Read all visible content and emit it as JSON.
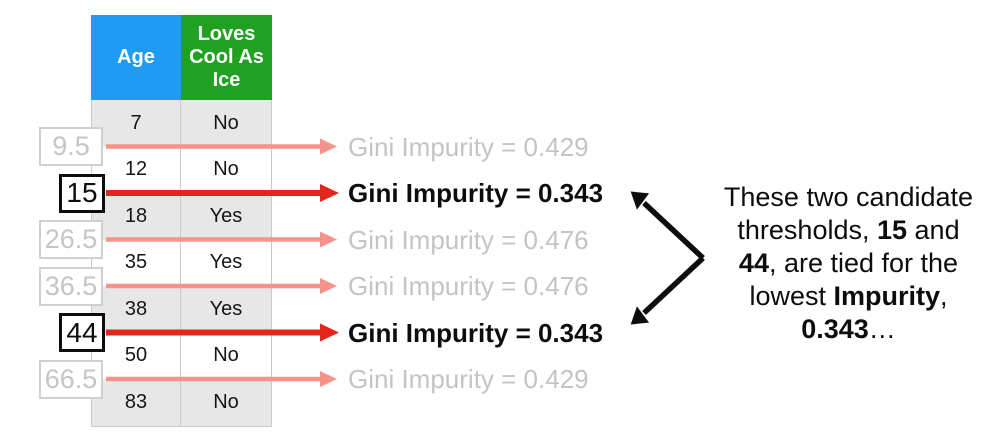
{
  "colors": {
    "header_blue": "#1E9CF4",
    "header_green": "#21A121",
    "row_shade": "#E7E7E7",
    "arrow_active": "#E3251C",
    "arrow_inactive": "#F5928C",
    "inactive_gray": "#C5C5C5",
    "text_black": "#0D0D0D"
  },
  "table": {
    "headers": [
      {
        "label": "Age",
        "bg": "#1E9CF4"
      },
      {
        "label": "Loves Cool As Ice",
        "bg": "#21A121"
      }
    ],
    "rows": [
      {
        "age": "7",
        "loves": "No"
      },
      {
        "age": "12",
        "loves": "No"
      },
      {
        "age": "18",
        "loves": "Yes"
      },
      {
        "age": "35",
        "loves": "Yes"
      },
      {
        "age": "38",
        "loves": "Yes"
      },
      {
        "age": "50",
        "loves": "No"
      },
      {
        "age": "83",
        "loves": "No"
      }
    ]
  },
  "candidates": [
    {
      "threshold": "9.5",
      "gini_text": "Gini Impurity = 0.429",
      "gini_value": 0.429,
      "active": false
    },
    {
      "threshold": "15",
      "gini_text": "Gini Impurity = 0.343",
      "gini_value": 0.343,
      "active": true
    },
    {
      "threshold": "26.5",
      "gini_text": "Gini Impurity = 0.476",
      "gini_value": 0.476,
      "active": false
    },
    {
      "threshold": "36.5",
      "gini_text": "Gini Impurity = 0.476",
      "gini_value": 0.476,
      "active": false
    },
    {
      "threshold": "44",
      "gini_text": "Gini Impurity = 0.343",
      "gini_value": 0.343,
      "active": true
    },
    {
      "threshold": "66.5",
      "gini_text": "Gini Impurity = 0.429",
      "gini_value": 0.429,
      "active": false
    }
  ],
  "annotation": {
    "lines": [
      [
        {
          "t": "These two candidate"
        }
      ],
      [
        {
          "t": "thresholds, "
        },
        {
          "t": "15",
          "b": true
        },
        {
          "t": " and"
        }
      ],
      [
        {
          "t": "44",
          "b": true
        },
        {
          "t": ", are tied for the"
        }
      ],
      [
        {
          "t": "lowest "
        },
        {
          "t": "Impurity",
          "b": true
        },
        {
          "t": ","
        }
      ],
      [
        {
          "t": "0.343",
          "b": true
        },
        {
          "t": "…"
        }
      ]
    ]
  }
}
